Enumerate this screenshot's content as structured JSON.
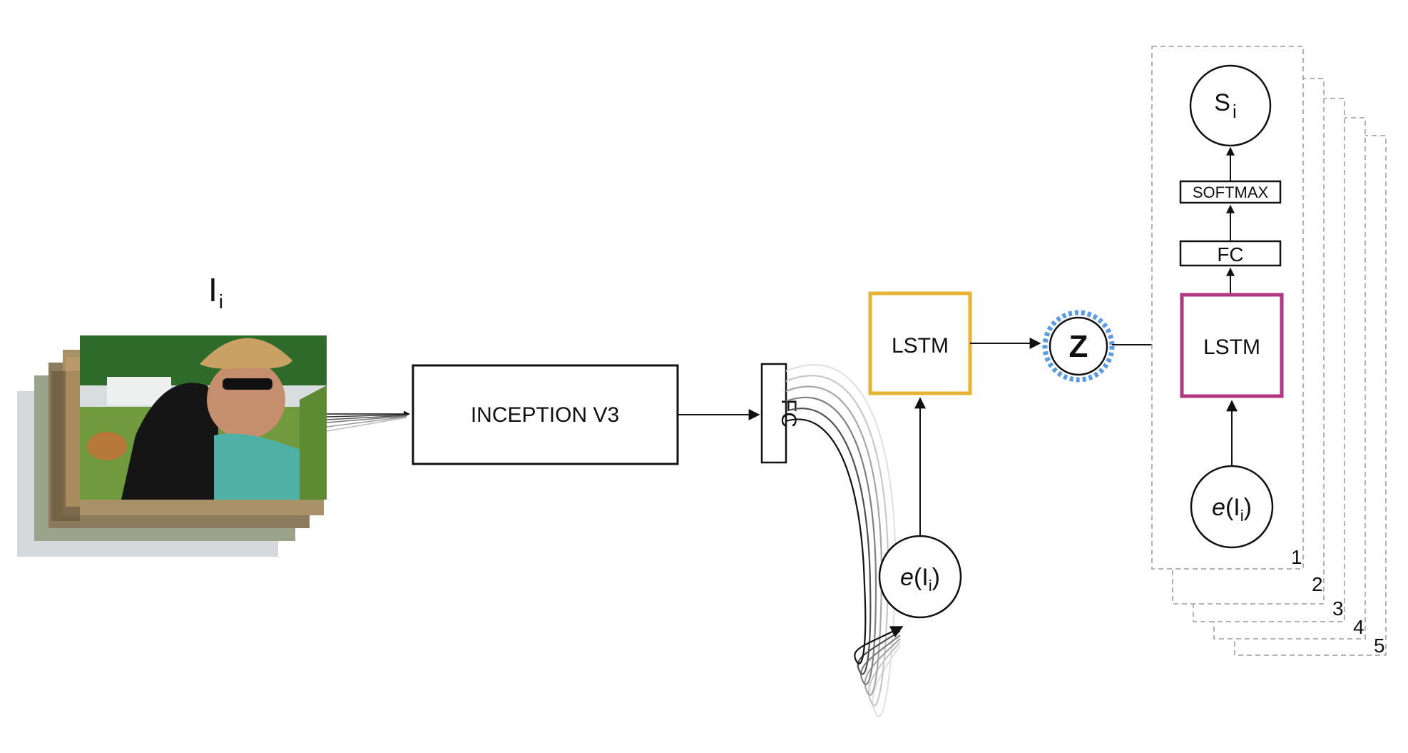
{
  "input": {
    "label": "I",
    "label_sub": "i"
  },
  "blocks": {
    "inception": "INCEPTION V3",
    "fc_vertical": "FC",
    "lstm_encoder": "LSTM",
    "latent": "Z",
    "lstm_decoder": "LSTM",
    "fc_decoder": "FC",
    "softmax": "SOFTMAX"
  },
  "nodes": {
    "embedding_left": {
      "prefix": "e",
      "open": "(I",
      "sub": "i",
      "close": ")"
    },
    "embedding_right": {
      "prefix": "e",
      "open": "(I",
      "sub": "i",
      "close": ")"
    },
    "output": {
      "main": "S",
      "sub": "i"
    }
  },
  "stack_labels": [
    "1",
    "2",
    "3",
    "4",
    "5"
  ],
  "colors": {
    "lstm_encoder_border": "#E6B333",
    "lstm_decoder_border": "#B03680",
    "latent_ring": "#5A9BE8"
  }
}
